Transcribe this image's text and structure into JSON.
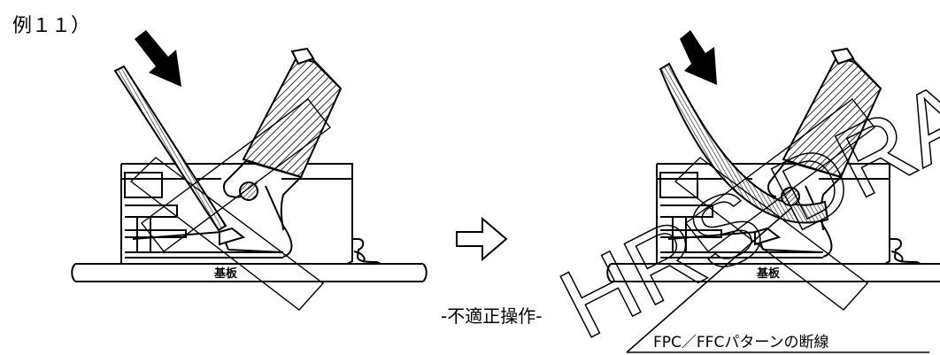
{
  "figure": {
    "example_label": "例１１）",
    "board_label_left": "基板",
    "board_label_right": "基板",
    "operation_caption": "-不適正操作-",
    "result_label": "FPC／FFCパターンの断線",
    "watermark": "HRS DRAWING",
    "arrow_icon": "hollow-right-arrow-icon",
    "push_arrow_icon": "black-arrow-icon"
  }
}
